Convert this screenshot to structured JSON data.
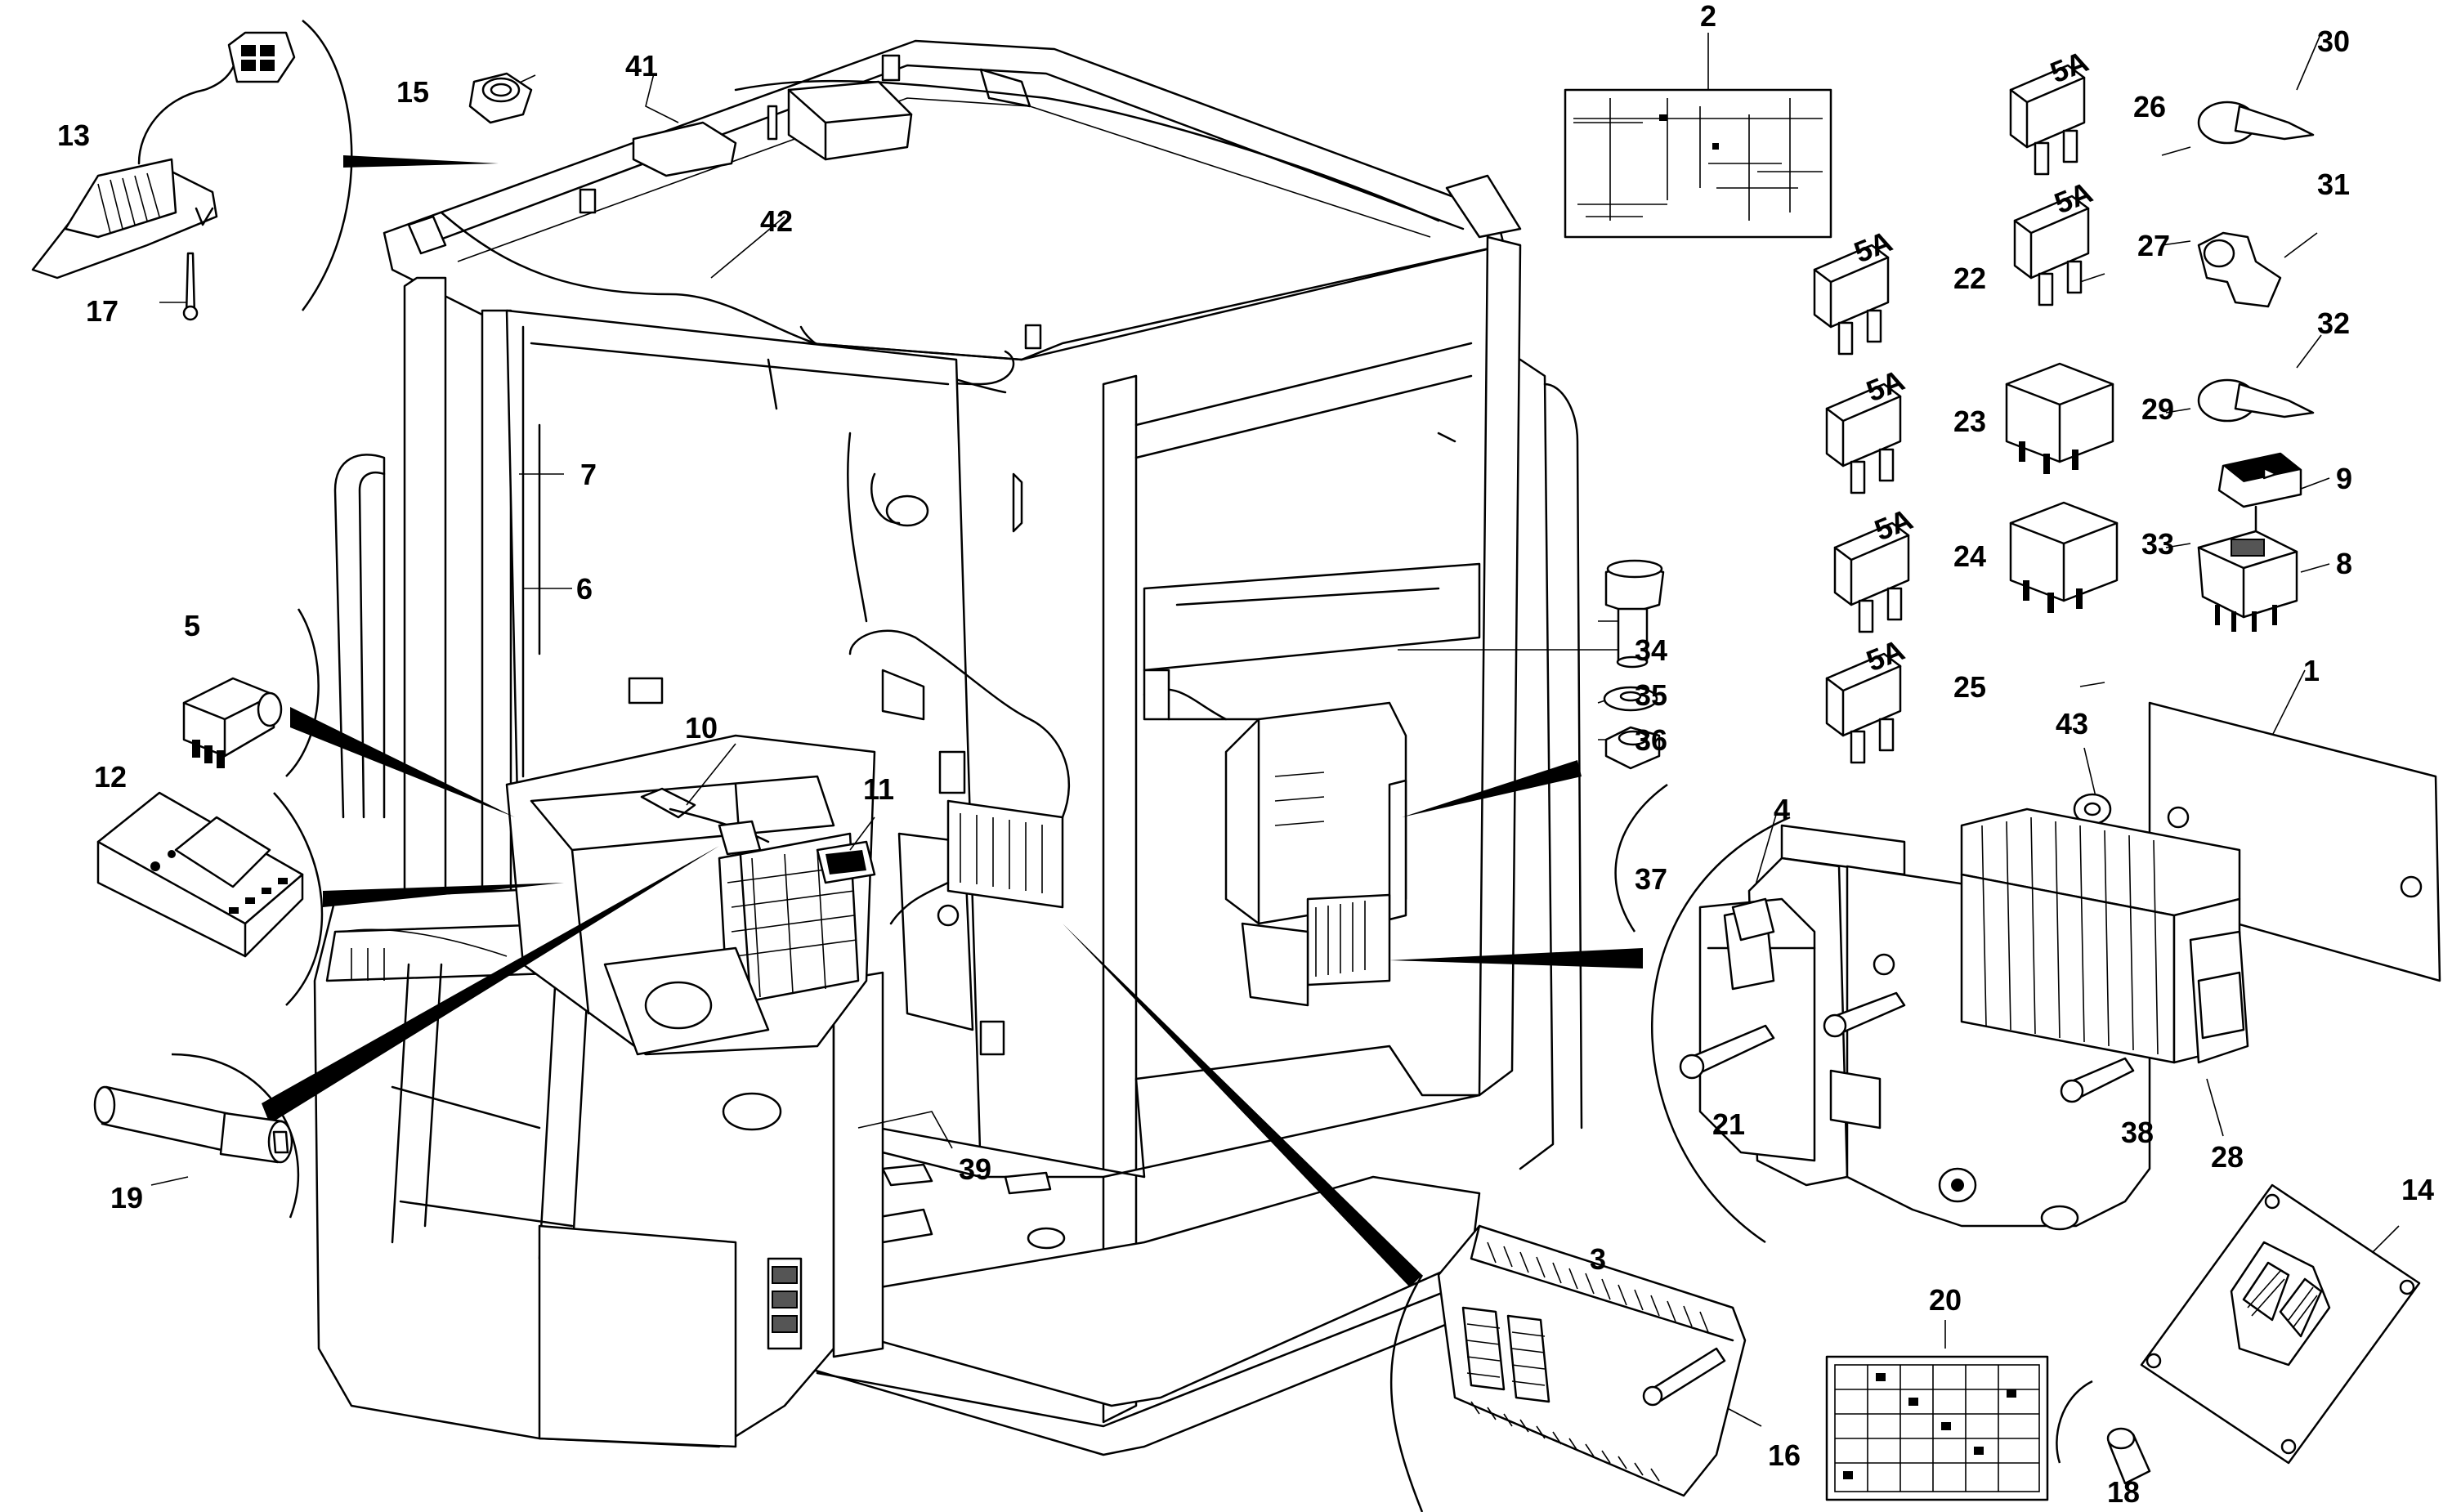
{
  "diagram": {
    "callouts": [
      "1",
      "2",
      "3",
      "4",
      "5",
      "6",
      "7",
      "8",
      "9",
      "10",
      "11",
      "12",
      "13",
      "14",
      "15",
      "16",
      "17",
      "18",
      "19",
      "20",
      "21",
      "22",
      "23",
      "24",
      "25",
      "26",
      "27",
      "28",
      "29",
      "30",
      "31",
      "32",
      "33",
      "34",
      "35",
      "36",
      "37",
      "38",
      "39",
      "41",
      "42",
      "43"
    ],
    "fuse_label": "5A"
  }
}
